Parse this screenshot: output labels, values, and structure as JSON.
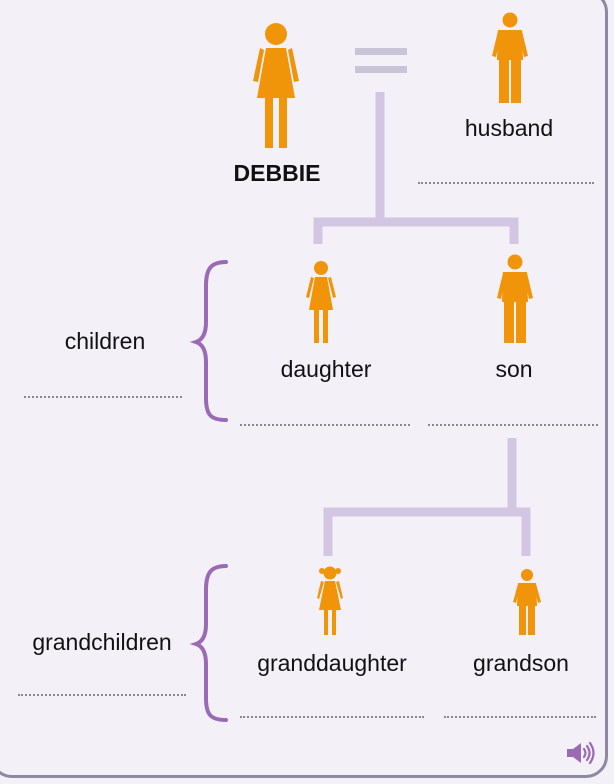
{
  "colors": {
    "background": "#f4f0f7",
    "figure": "#f0940a",
    "connector": "#d3c6e3",
    "brace": "#9a6ab5",
    "equals": "#c9c4d6",
    "speaker": "#9a6ab5"
  },
  "people": {
    "debbie": {
      "label": "DEBBIE",
      "icon": "woman-icon"
    },
    "husband": {
      "label": "husband",
      "icon": "man-icon"
    },
    "daughter": {
      "label": "daughter",
      "icon": "woman-icon"
    },
    "son": {
      "label": "son",
      "icon": "man-icon"
    },
    "granddaughter": {
      "label": "granddaughter",
      "icon": "girl-icon"
    },
    "grandson": {
      "label": "grandson",
      "icon": "boy-icon"
    }
  },
  "groups": {
    "children": {
      "label": "children"
    },
    "grandchildren": {
      "label": "grandchildren"
    }
  },
  "audio": {
    "icon": "speaker-icon"
  }
}
